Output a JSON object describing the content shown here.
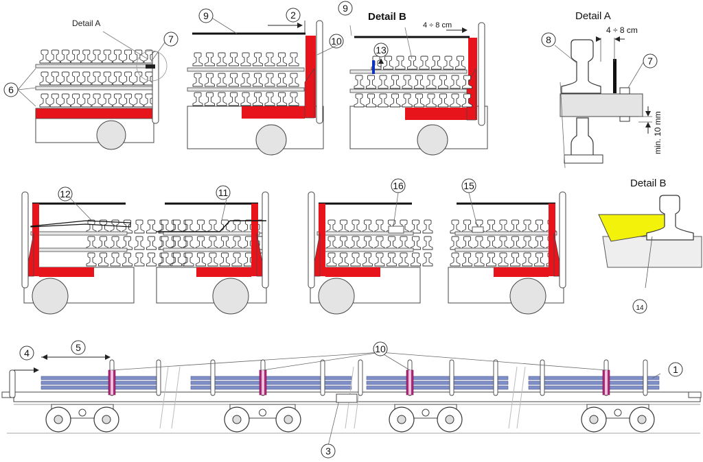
{
  "labels": {
    "detail_a": "Detail A",
    "detail_b": "Detail B",
    "dim_4_8": "4 ÷ 8 cm",
    "min_10": "min. 10 mm"
  },
  "callouts": {
    "c1": "1",
    "c2": "2",
    "c3": "3",
    "c4": "4",
    "c5": "5",
    "c6": "6",
    "c7": "7",
    "c8": "8",
    "c9": "9",
    "c10": "10",
    "c11": "11",
    "c12": "12",
    "c13": "13",
    "c14": "14",
    "c15": "15",
    "c16": "16"
  },
  "colors": {
    "stanchion_red": "#e8141c",
    "wedge_yellow": "#f2f20a",
    "rail_blue": "#7f8fc8",
    "strap_purple": "#b0277a",
    "marker_blue": "#1030c0",
    "wagon_grey": "#e4e4e4"
  }
}
